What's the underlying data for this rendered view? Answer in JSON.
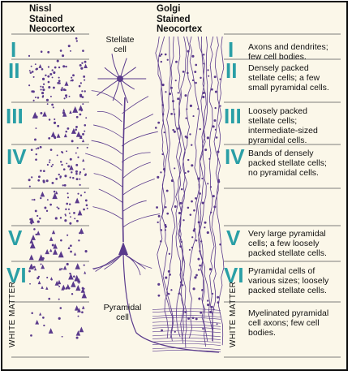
{
  "headers": {
    "nissl": "Nissl\nStained\nNeocortex",
    "golgi": "Golgi\nStained\nNeocortex"
  },
  "labels": {
    "stellate": "Stellate\ncell",
    "pyramidal": "Pyramidal\ncell"
  },
  "layers": [
    {
      "numeral": "I",
      "description": "Axons and dendrites;\nfew cell bodies."
    },
    {
      "numeral": "II",
      "description": "Densely packed\nstellate cells; a few\nsmall pyramidal cells."
    },
    {
      "numeral": "III",
      "description": "Loosely packed\nstellate cells;\nintermediate-sized\npyramidal cells."
    },
    {
      "numeral": "IV",
      "description": "Bands of densely\npacked stellate cells;\nno pyramidal cells."
    },
    {
      "numeral": "V",
      "description": "Very large pyramidal\ncells; a few loosely\npacked stellate cells."
    },
    {
      "numeral": "VI",
      "description": "Pyramidal cells of\nvarious sizes; loosely\npacked stellate cells."
    }
  ],
  "white_matter": {
    "label": "WHITE MATTER",
    "description": "Myelinated pyramidal\ncell axons; few cell\nbodies."
  },
  "colors": {
    "neuron": "#5a3a8c",
    "numeral": "#2a9fa6",
    "background": "#fbf7e9"
  }
}
